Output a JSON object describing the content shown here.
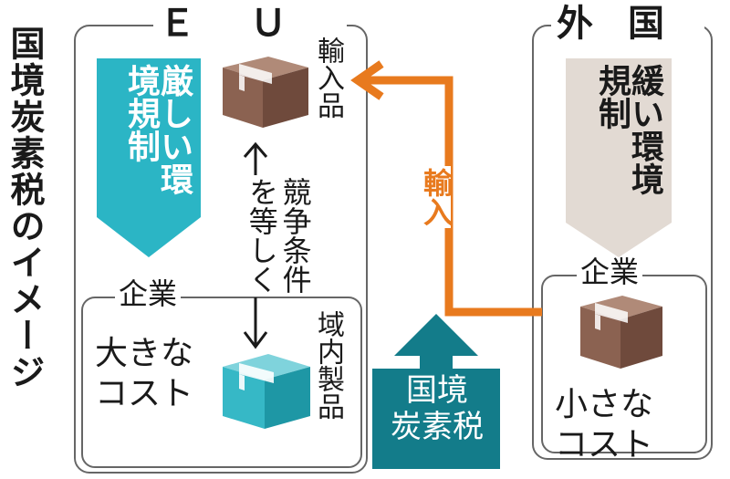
{
  "title": "国境炭素税のイメージ",
  "eu": {
    "label": "ＥＵ",
    "regulation": "厳しい環境規制",
    "company_label": "企業",
    "cost": "大きな\nコスト",
    "imported_product_label": "輸入品",
    "domestic_product_label": "域内製品",
    "competition_label": "競争条件を等しく"
  },
  "foreign": {
    "label": "外国",
    "regulation": "緩い環境規制",
    "company_label": "企業",
    "cost": "小さな\nコスト"
  },
  "import_arrow_label": "輸入",
  "border_tax_label": "国境\n炭素税",
  "colors": {
    "teal_strict": "#2bb5c5",
    "gray_loose": "#e2dad3",
    "import_orange": "#e87a1e",
    "tax_teal": "#137c8a",
    "box_brown": "#8b6251",
    "box_teal": "#36b8c6",
    "line_gray": "#666666"
  }
}
